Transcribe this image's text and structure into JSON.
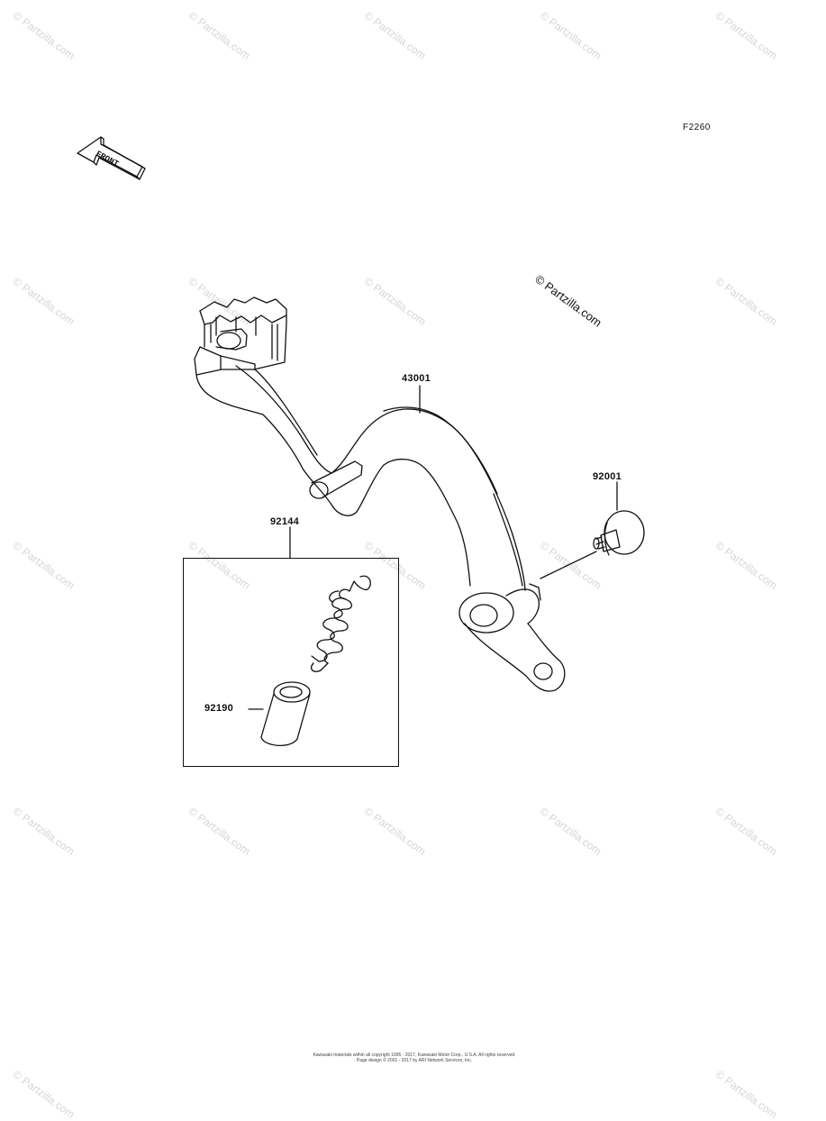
{
  "diagram": {
    "code": "F2260",
    "copyright": "© Partzilla.com",
    "watermark": "© Partzilla.com",
    "front_arrow_label": "FRONT",
    "parts": {
      "brake_pedal": "43001",
      "bolt": "92001",
      "spring": "92144",
      "collar": "92190"
    },
    "footer_line1": "Kawasaki materials within all copyright 1995 - 2017, Kawasaki Motor Corp., U.S.A. All rights reserved.",
    "footer_line2": "Page design © 2001 - 2017 by ARI Network Services, Inc."
  }
}
